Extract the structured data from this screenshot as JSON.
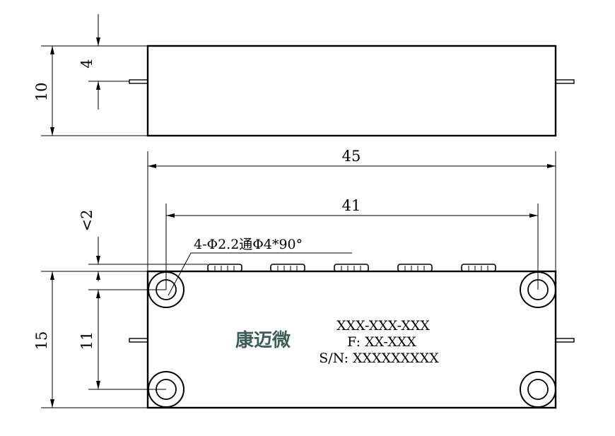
{
  "dimensions": {
    "top_height": "10",
    "top_pin_offset": "4",
    "overall_length": "45",
    "hole_spacing": "41",
    "side_margin": "<2",
    "body_height": "15",
    "hole_vertical_spacing": "11"
  },
  "callout": {
    "holes": "4-Φ2.2通Φ4*90°"
  },
  "label": {
    "brand": "康迈微",
    "part_number": "XXX-XXX-XXX",
    "frequency": "F: XX-XXX",
    "serial": "S/N: XXXXXXXXX"
  },
  "colors": {
    "line": "#000000",
    "brand": "#3a5f5a"
  }
}
